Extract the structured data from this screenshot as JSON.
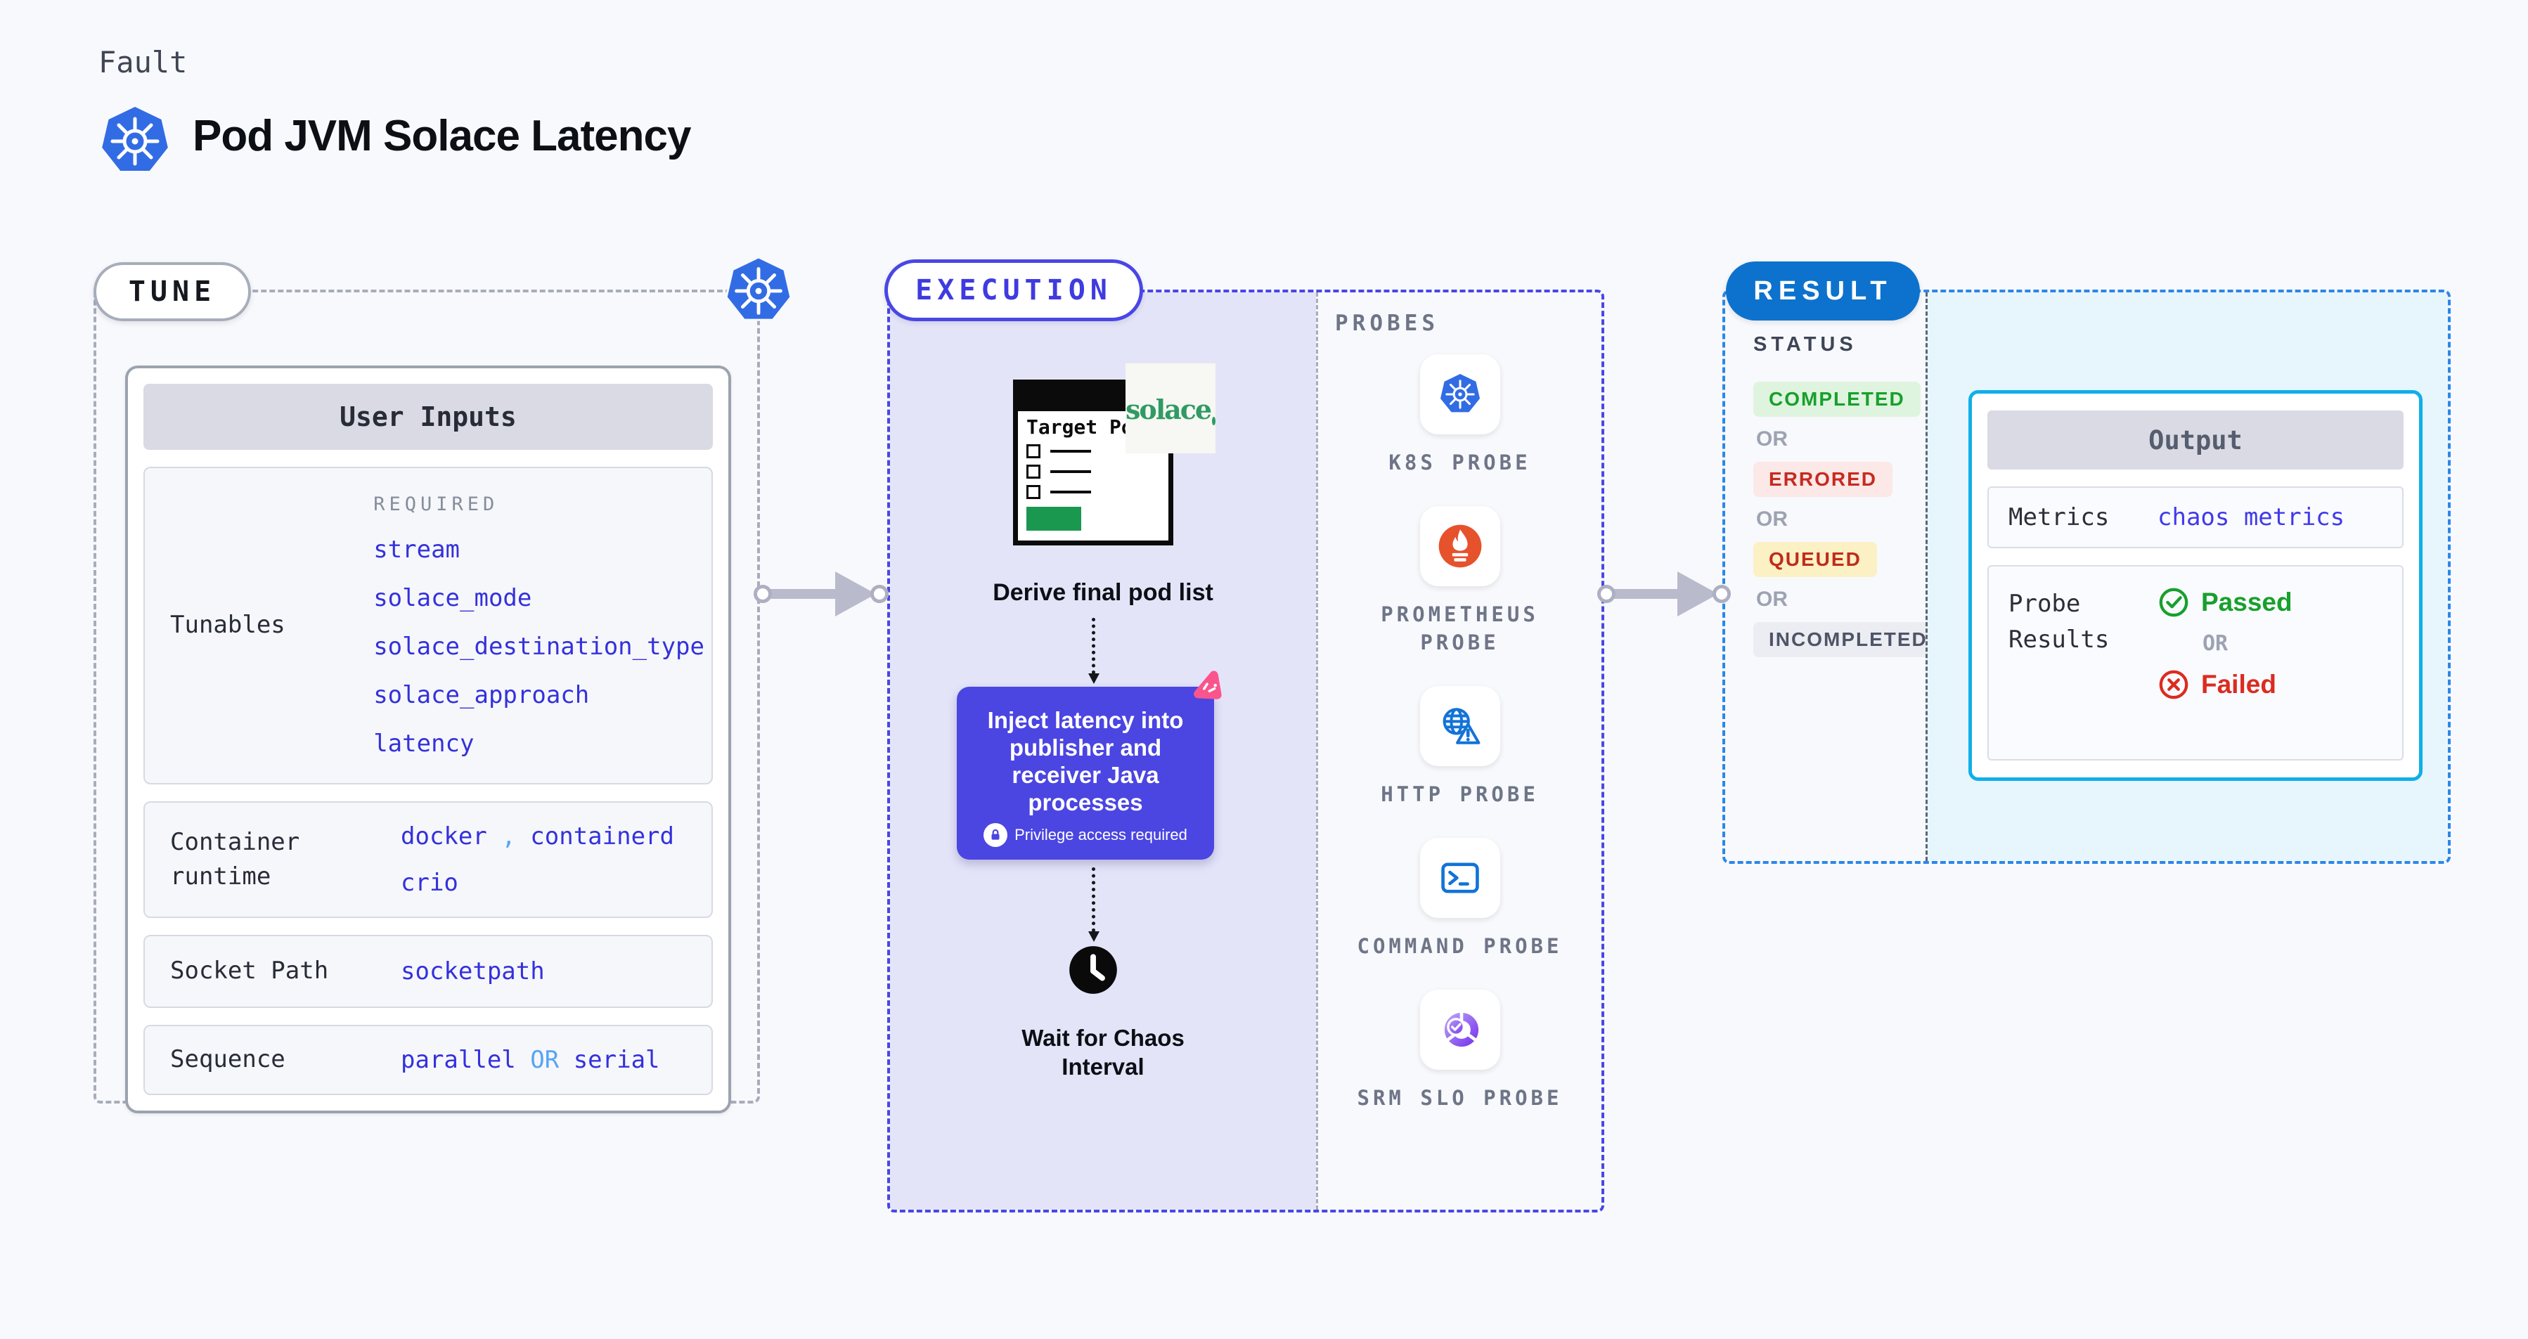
{
  "palette": {
    "page-bg": "#F8F9FC",
    "accent-indigo": "#4946E6",
    "accent-indigo-dark": "#4B45E2",
    "lavender": "#E4E4F9",
    "link-blue": "#3431DC",
    "or-blue": "#57A4F5",
    "result-blue": "#0D72CE",
    "result-dash": "#2B87E8",
    "cyan-bg": "#E7F6FC",
    "output-cyan": "#10AFE9",
    "success-green": "#17A02C",
    "error-red": "#DC2B20",
    "badge-green-bg": "#DFF4DF",
    "solace-green": "#2F9B63",
    "k8s-blue": "#326CE5",
    "prometheus-orange": "#E6522C",
    "probe-icon-blue": "#1273D8",
    "chaos-pink": "#F9558C"
  },
  "header": {
    "eyebrow": "Fault",
    "title": "Pod JVM Solace Latency"
  },
  "tune": {
    "label": "TUNE",
    "table": {
      "header": "User Inputs",
      "rows": [
        {
          "label": "Tunables",
          "required_label": "REQUIRED",
          "values": [
            "stream",
            "solace_mode",
            "solace_destination_type",
            "solace_approach",
            "latency"
          ]
        },
        {
          "label": "Container runtime",
          "values": [
            "docker",
            "containerd",
            "crio"
          ],
          "separator": ","
        },
        {
          "label": "Socket Path",
          "value": "socketpath"
        },
        {
          "label": "Sequence",
          "value_a": "parallel",
          "or": "OR",
          "value_b": "serial"
        }
      ]
    }
  },
  "execution": {
    "label": "EXECUTION",
    "window_title": "Target Pods",
    "solace_logo": "solace",
    "derive_caption": "Derive final pod list",
    "inject_text": "Inject latency into publisher and receiver Java processes",
    "privilege_note": "Privilege access required",
    "wait_caption": "Wait for Chaos Interval",
    "probes_title": "PROBES",
    "probes": [
      {
        "icon": "k8s-probe-icon",
        "label": "K8S PROBE"
      },
      {
        "icon": "prometheus-probe-icon",
        "label": "PROMETHEUS PROBE"
      },
      {
        "icon": "http-probe-icon",
        "label": "HTTP PROBE"
      },
      {
        "icon": "command-probe-icon",
        "label": "COMMAND PROBE"
      },
      {
        "icon": "srm-slo-probe-icon",
        "label": "SRM SLO PROBE"
      }
    ]
  },
  "result": {
    "label": "RESULT",
    "status_title": "STATUS",
    "or_label": "OR",
    "statuses": [
      {
        "label": "COMPLETED"
      },
      {
        "label": "ERRORED"
      },
      {
        "label": "QUEUED"
      },
      {
        "label": "INCOMPLETED"
      }
    ],
    "output": {
      "header": "Output",
      "metrics_label": "Metrics",
      "metrics_value": "chaos metrics",
      "probe_results_label": "Probe Results",
      "passed_label": "Passed",
      "or_label": "OR",
      "failed_label": "Failed"
    }
  }
}
